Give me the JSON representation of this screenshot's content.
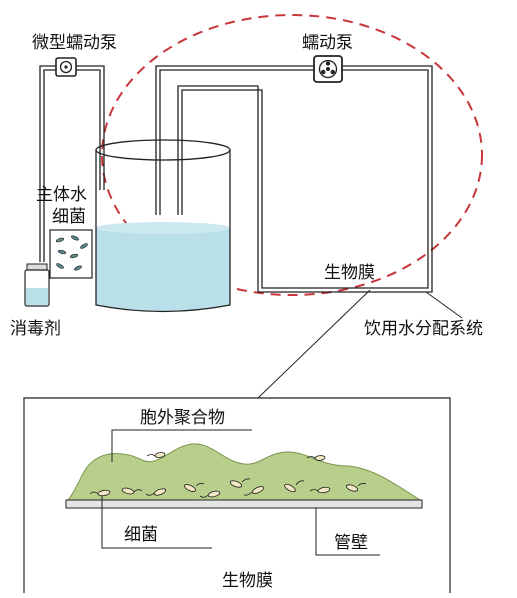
{
  "labels": {
    "micro_pump": "微型蠕动泵",
    "pump": "蠕动泵",
    "main_water_bacteria_line1": "主体水",
    "main_water_bacteria_line2": "细菌",
    "disinfectant": "消毒剂",
    "biofilm": "生物膜",
    "distribution_system": "饮用水分配系统",
    "eps": "胞外聚合物",
    "bacteria": "细菌",
    "pipe_wall": "管壁",
    "inset_title": "生物膜"
  },
  "colors": {
    "water": "#b9dfe9",
    "biofilm": "#b7cf8a",
    "biofilm_edge": "#7d9450",
    "dashed_circle": "#c8353a",
    "line": "#222222",
    "wall": "#e4e4e4",
    "bacterium": "#f3e7c4"
  },
  "icons": {
    "pump": "peristaltic-pump-icon",
    "vial": "disinfectant-vial-icon",
    "bacteria": "bacteria-icon"
  }
}
